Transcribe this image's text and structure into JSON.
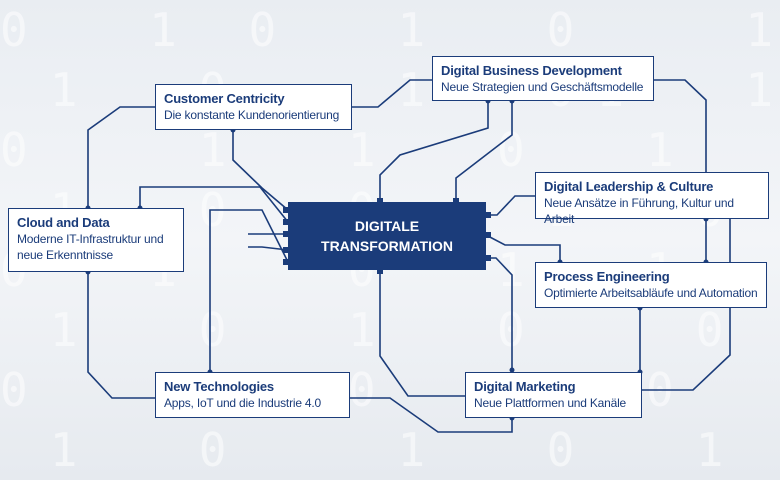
{
  "center": {
    "line1": "DIGITALE",
    "line2": "TRANSFORMATION"
  },
  "nodes": {
    "customer_centricity": {
      "title": "Customer Centricity",
      "subtitle": "Die konstante Kundenorientierung"
    },
    "digital_business_development": {
      "title": "Digital Business Development",
      "subtitle": "Neue Strategien und Geschäftsmodelle"
    },
    "cloud_and_data": {
      "title": "Cloud and Data",
      "subtitle_line1": "Moderne IT-Infrastruktur und",
      "subtitle_line2": "neue Erkenntnisse"
    },
    "digital_leadership_culture": {
      "title": "Digital Leadership & Culture",
      "subtitle": "Neue Ansätze in Führung, Kultur und Arbeit"
    },
    "process_engineering": {
      "title": "Process Engineering",
      "subtitle": "Optimierte Arbeitsabläufe und Automation"
    },
    "new_technologies": {
      "title": "New Technologies",
      "subtitle": "Apps, IoT und die Industrie 4.0"
    },
    "digital_marketing": {
      "title": "Digital Marketing",
      "subtitle": "Neue Plattformen und Kanäle"
    }
  },
  "colors": {
    "primary": "#1b3c7a",
    "background": "#eceff3"
  },
  "background_pattern": "binary-digits"
}
